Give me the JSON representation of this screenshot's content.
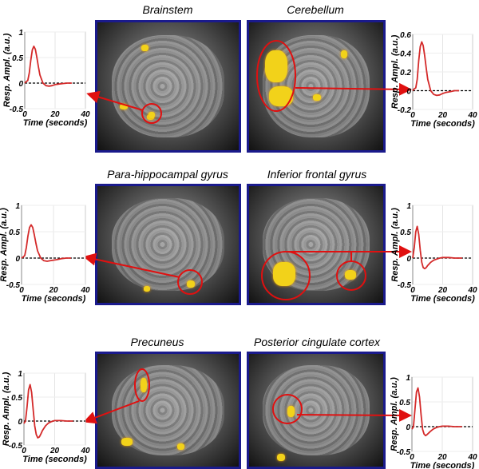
{
  "titles": [
    "Brainstem",
    "Cerebellum",
    "Para-hippocampal gyrus",
    "Inferior frontal gyrus",
    "Precuneus",
    "Posterior cingulate cortex"
  ],
  "colors": {
    "curve": "#d42a2a",
    "annotation": "#e01010",
    "activation": "#f2d21a",
    "frame": "#1a1a8c"
  },
  "chart_data": [
    {
      "type": "line",
      "region": "Brainstem",
      "xlabel": "Time (seconds)",
      "ylabel": "Resp. Ampl. (a.u.)",
      "xlim": [
        0,
        40
      ],
      "ylim": [
        -0.5,
        1
      ],
      "xticks": [
        0,
        20,
        40
      ],
      "yticks": [
        "-0.5",
        "0",
        "0.5",
        "1"
      ],
      "ytickvals": [
        -0.5,
        0,
        0.5,
        1
      ],
      "baseline": 0,
      "x": [
        0,
        1,
        2,
        3,
        4,
        5,
        6,
        7,
        8,
        9,
        10,
        12,
        14,
        16,
        18,
        20,
        22,
        25,
        28,
        31
      ],
      "y": [
        0,
        0.03,
        0.05,
        0.2,
        0.45,
        0.65,
        0.72,
        0.66,
        0.5,
        0.32,
        0.16,
        0.0,
        -0.05,
        -0.06,
        -0.05,
        -0.03,
        -0.02,
        -0.01,
        0,
        0
      ]
    },
    {
      "type": "line",
      "region": "Cerebellum",
      "xlabel": "Time (seconds)",
      "ylabel": "Resp. Ampl. (a.u.)",
      "xlim": [
        0,
        40
      ],
      "ylim": [
        -0.2,
        0.6
      ],
      "xticks": [
        0,
        20,
        40
      ],
      "yticks": [
        "-0.2",
        "0",
        "0.2",
        "0.4",
        "0.6"
      ],
      "ytickvals": [
        -0.2,
        0,
        0.2,
        0.4,
        0.6
      ],
      "baseline": 0,
      "x": [
        0,
        1,
        2,
        3,
        4,
        5,
        6,
        7,
        8,
        9,
        10,
        12,
        14,
        16,
        18,
        20,
        22,
        25,
        28,
        31
      ],
      "y": [
        0,
        0.02,
        0.03,
        0.12,
        0.32,
        0.47,
        0.52,
        0.48,
        0.37,
        0.24,
        0.12,
        0.0,
        -0.04,
        -0.05,
        -0.045,
        -0.03,
        -0.02,
        -0.01,
        0,
        0
      ]
    },
    {
      "type": "line",
      "region": "Para-hippocampal gyrus",
      "xlabel": "Time (seconds)",
      "ylabel": "Resp. Ampl. (a.u.)",
      "xlim": [
        0,
        40
      ],
      "ylim": [
        -0.5,
        1
      ],
      "xticks": [
        0,
        20,
        40
      ],
      "yticks": [
        "-0.5",
        "0",
        "0.5",
        "1"
      ],
      "ytickvals": [
        -0.5,
        0,
        0.5,
        1
      ],
      "baseline": 0,
      "x": [
        0,
        1,
        2,
        3,
        4,
        5,
        6,
        7,
        8,
        9,
        10,
        12,
        14,
        16,
        18,
        20,
        22,
        25,
        28,
        31
      ],
      "y": [
        0,
        0.02,
        0.05,
        0.2,
        0.42,
        0.58,
        0.63,
        0.58,
        0.44,
        0.28,
        0.14,
        0.0,
        -0.05,
        -0.06,
        -0.05,
        -0.04,
        -0.03,
        -0.01,
        0,
        0
      ]
    },
    {
      "type": "line",
      "region": "Inferior frontal gyrus",
      "xlabel": "Time (seconds)",
      "ylabel": "Resp. Ampl. (a.u.)",
      "xlim": [
        0,
        40
      ],
      "ylim": [
        -0.5,
        1
      ],
      "xticks": [
        0,
        20,
        40
      ],
      "yticks": [
        "-0.5",
        "0",
        "0.5",
        "1"
      ],
      "ytickvals": [
        -0.5,
        0,
        0.5,
        1
      ],
      "baseline": 0,
      "x": [
        0,
        1,
        2,
        3,
        4,
        5,
        6,
        7,
        8,
        9,
        10,
        12,
        14,
        16,
        18,
        20,
        24,
        28,
        33
      ],
      "y": [
        0,
        0.2,
        0.5,
        0.6,
        0.45,
        0.15,
        -0.08,
        -0.18,
        -0.2,
        -0.18,
        -0.14,
        -0.08,
        -0.04,
        -0.02,
        0,
        0.01,
        0.01,
        0,
        0
      ]
    },
    {
      "type": "line",
      "region": "Precuneus",
      "xlabel": "Time (seconds)",
      "ylabel": "Resp. Ampl. (a.u.)",
      "xlim": [
        0,
        40
      ],
      "ylim": [
        -0.5,
        1
      ],
      "xticks": [
        0,
        20,
        40
      ],
      "yticks": [
        "-0.5",
        "0",
        "0.5",
        "1"
      ],
      "ytickvals": [
        -0.5,
        0,
        0.5,
        1
      ],
      "baseline": 0,
      "x": [
        0,
        1,
        2,
        3,
        4,
        5,
        6,
        7,
        8,
        9,
        10,
        11,
        12,
        14,
        16,
        18,
        20,
        24,
        28,
        32
      ],
      "y": [
        -0.05,
        0,
        0.3,
        0.65,
        0.76,
        0.6,
        0.25,
        -0.1,
        -0.28,
        -0.35,
        -0.33,
        -0.27,
        -0.2,
        -0.1,
        -0.04,
        -0.01,
        0.01,
        0.01,
        0,
        0
      ]
    },
    {
      "type": "line",
      "region": "Posterior cingulate cortex",
      "xlabel": "Time (seconds)",
      "ylabel": "Resp. Ampl. (a.u.)",
      "xlim": [
        0,
        40
      ],
      "ylim": [
        -0.5,
        1
      ],
      "xticks": [
        0,
        20,
        40
      ],
      "yticks": [
        "-0.5",
        "0",
        "0.5",
        "1"
      ],
      "ytickvals": [
        -0.5,
        0,
        0.5,
        1
      ],
      "baseline": 0,
      "x": [
        0,
        1,
        2,
        3,
        4,
        5,
        6,
        7,
        8,
        9,
        10,
        12,
        14,
        16,
        18,
        20,
        24,
        28,
        33
      ],
      "y": [
        -0.05,
        0,
        0.35,
        0.7,
        0.78,
        0.6,
        0.25,
        -0.05,
        -0.15,
        -0.18,
        -0.16,
        -0.1,
        -0.05,
        -0.02,
        0,
        0.01,
        0.01,
        0,
        0
      ]
    }
  ]
}
